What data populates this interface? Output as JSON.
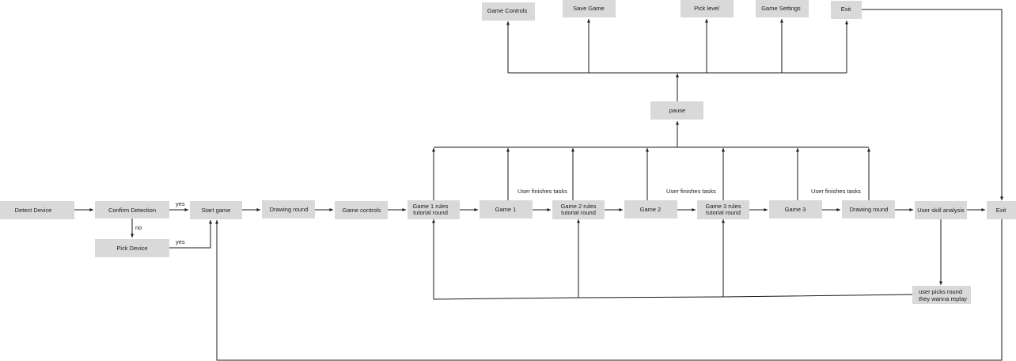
{
  "colors": {
    "box_fill": "#d9d9d9",
    "line": "#1a1a1a",
    "background": "#ffffff"
  },
  "nodes": {
    "detect_device": "Detect Device",
    "confirm_detection": "Confirm Detection",
    "pick_device": "Pick Device",
    "start_game": "Start game",
    "drawing_round_1": "Drawing round",
    "game_controls": "Game controls",
    "game1_rules": [
      "Game 1 rules",
      "tutorial round"
    ],
    "game1": "Game 1",
    "game2_rules": [
      "Game 2 rules",
      "tutorial round"
    ],
    "game2": "Game 2",
    "game3_rules": [
      "Game 3 rules",
      "tutorial round"
    ],
    "game3": "Game 3",
    "drawing_round_2": "Drawing round",
    "user_skill_analysis": "User skill analysis",
    "exit_main": "Exit",
    "pause": "pause",
    "menu_game_controls": "Game Controls",
    "menu_save_game": "Save Game",
    "menu_pick_level": "Pick level",
    "menu_game_settings": "Game Settings",
    "menu_exit": "Exit",
    "replay": [
      "user picks round",
      "they wanna replay"
    ]
  },
  "edge_labels": {
    "yes_top": "yes",
    "no": "no",
    "yes_bottom": "yes",
    "finishes_1": "User finishes tasks",
    "finishes_2": "User finishes tasks",
    "finishes_3": "User finishes tasks"
  }
}
